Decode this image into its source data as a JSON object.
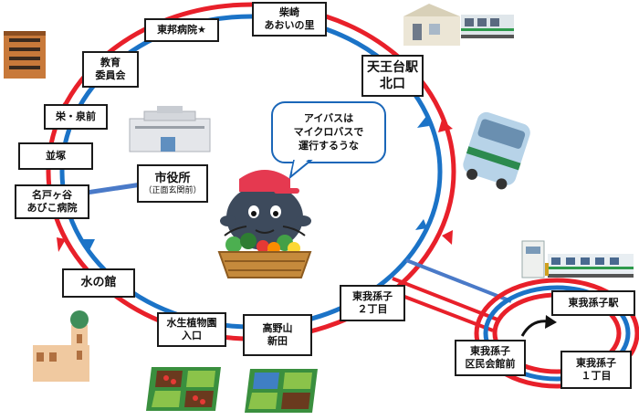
{
  "stops": {
    "shibasaki": [
      "柴崎",
      "あおいの里"
    ],
    "toho": [
      "東邦病院★"
    ],
    "kyoiku": [
      "教育",
      "委員会"
    ],
    "sakae": [
      "栄・泉前"
    ],
    "namitsuka": [
      "並塚"
    ],
    "nadogaya": [
      "名戸ヶ谷",
      "あびこ病院"
    ],
    "shiyakusho": [
      "市役所"
    ],
    "shiyakusho_sub": "（正面玄関前）",
    "mizunoyakata": [
      "水の館"
    ],
    "suisei": [
      "水生植物園",
      "入口"
    ],
    "kounoyama": [
      "高野山",
      "新田"
    ],
    "tonoike2": [
      "東我孫子",
      "２丁目"
    ],
    "tennodai": [
      "天王台駅",
      "北口"
    ],
    "higashi_station": [
      "東我孫子駅"
    ],
    "kuminkaikan": [
      "東我孫子",
      "区民会館前"
    ],
    "tonoike1": [
      "東我孫子",
      "１丁目"
    ]
  },
  "bubble": [
    "アイバスは",
    "マイクロバスで",
    "運行するうな"
  ],
  "colors": {
    "red_route": "#e8202a",
    "blue_route": "#1b73c7",
    "bubble_border": "#1a66b8"
  }
}
